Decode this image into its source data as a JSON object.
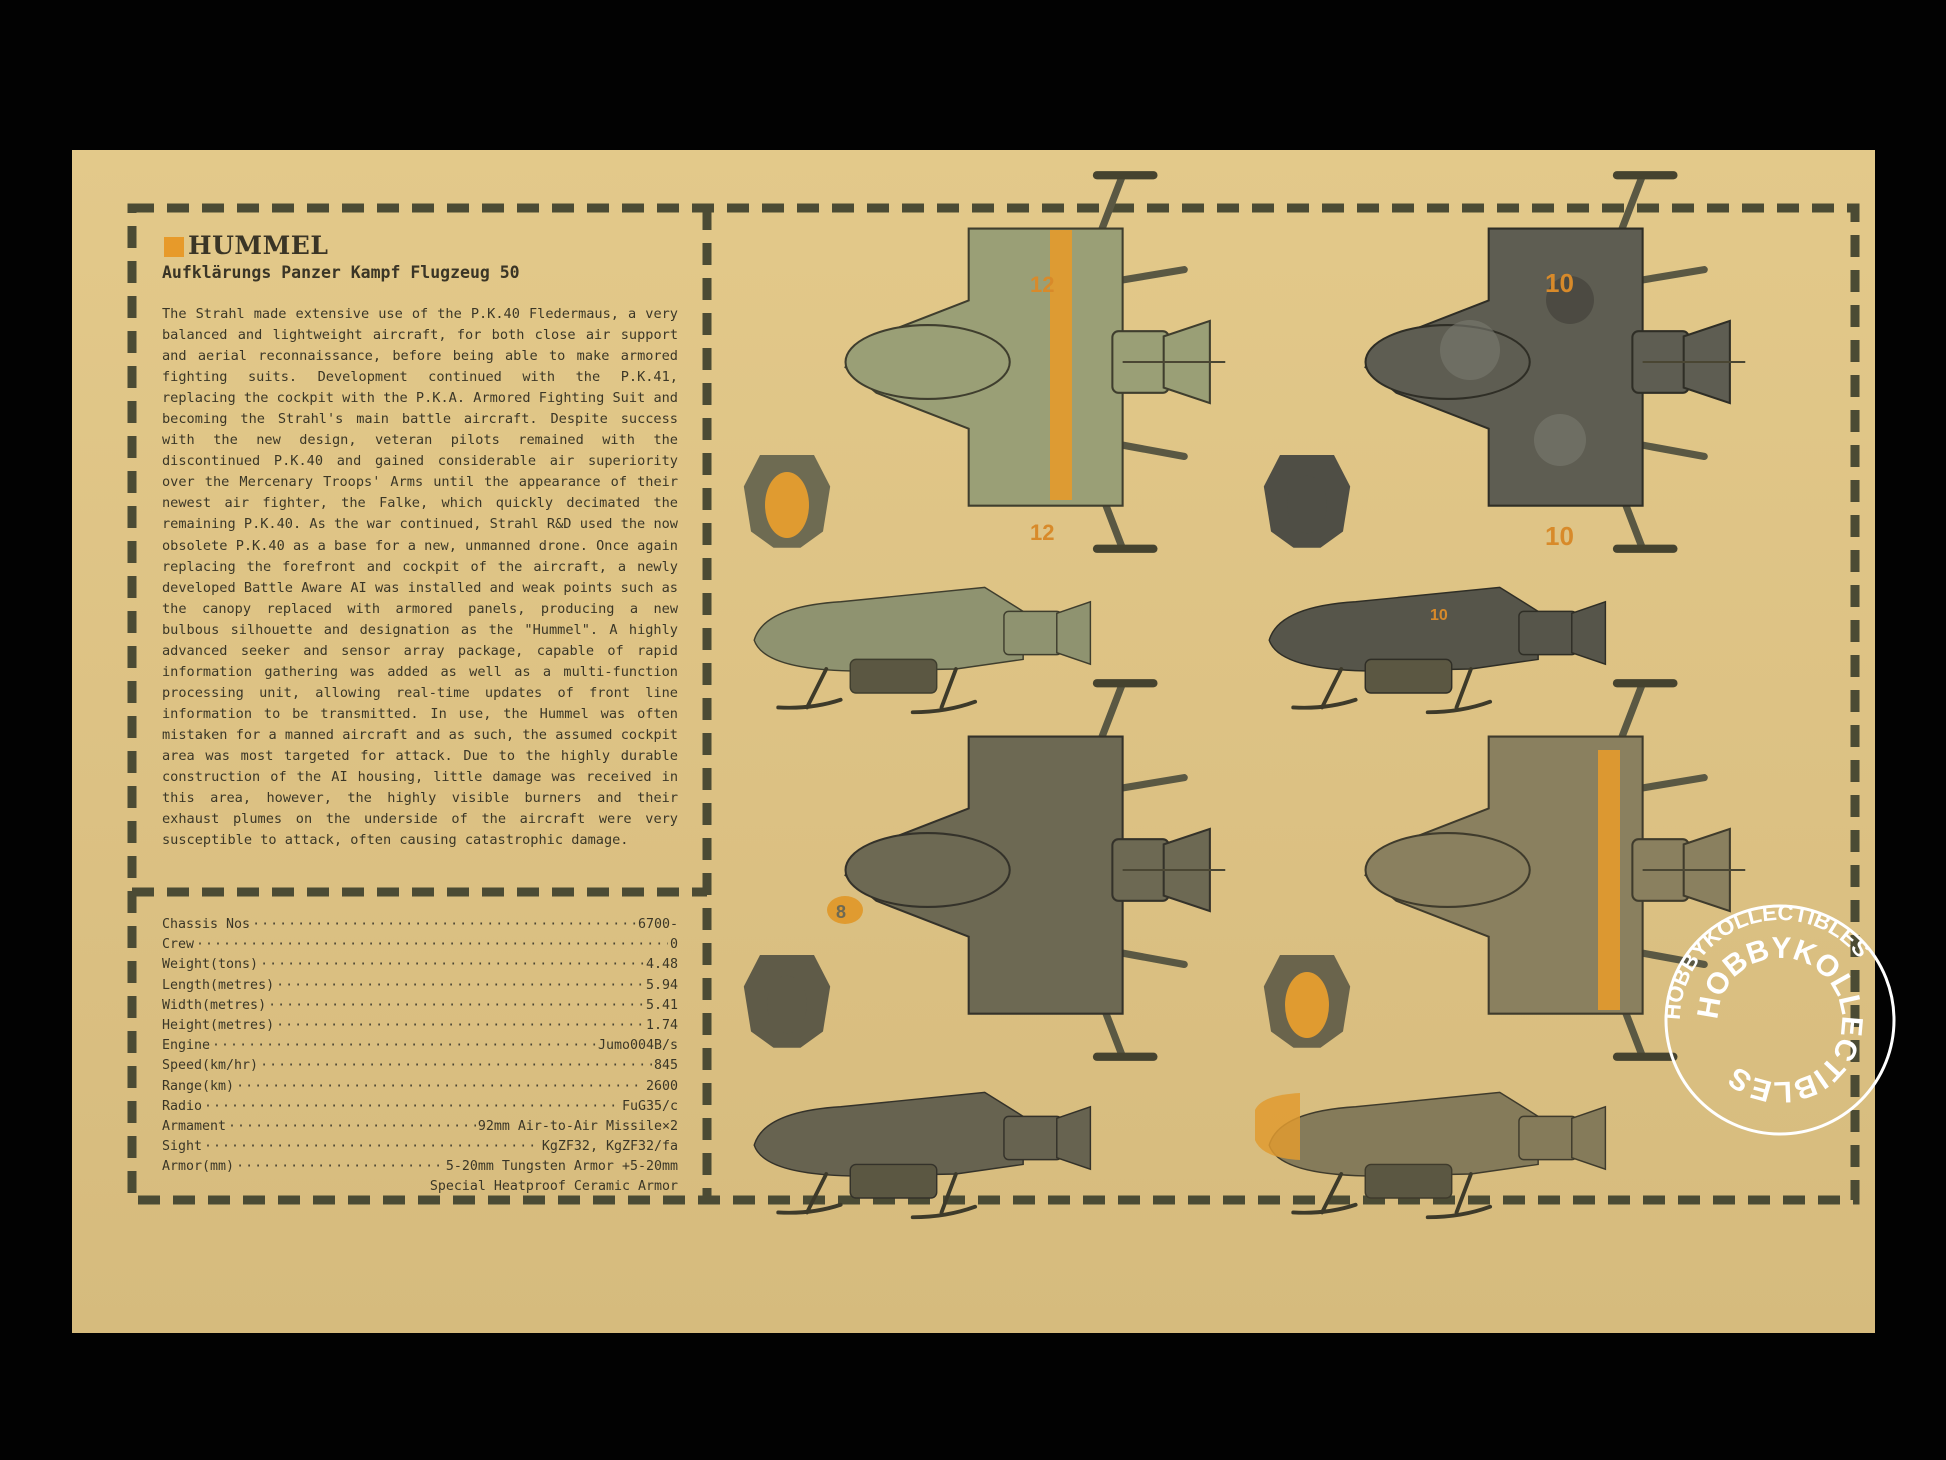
{
  "title": "HUMMEL",
  "subtitle": "Aufklärungs Panzer Kampf Flugzeug 50",
  "description": "The Strahl made extensive use of the P.K.40 Fledermaus, a very balanced and lightweight aircraft, for both close air support and aerial reconnaissance, before being able to make armored fighting suits. Development continued with the P.K.41, replacing the cockpit with the P.K.A. Armored Fighting Suit and becoming the Strahl's main battle aircraft. Despite success with the new design, veteran pilots remained with the discontinued P.K.40 and gained considerable air superiority over the Mercenary Troops' Arms until the appearance of their newest air fighter, the Falke, which quickly decimated the remaining P.K.40. As the war continued, Strahl R&D used the now obsolete P.K.40 as a base for a new, unmanned drone. Once again replacing the forefront and cockpit of the aircraft, a newly developed Battle Aware AI was installed and weak points such as the canopy replaced with armored panels, producing a new bulbous silhouette and designation as the \"Hummel\". A highly advanced seeker and sensor array package, capable of rapid information gathering was added as well as a multi-function processing unit, allowing real-time updates of front line information to be transmitted. In use, the Hummel was often mistaken for a manned aircraft and as such, the assumed cockpit area was most targeted for attack. Due to the highly durable construction of the AI housing, little damage was received in this area, however, the highly visible burners and their exhaust plumes on the underside of the aircraft were very susceptible to attack, often causing catastrophic damage.",
  "specs": [
    {
      "label": "Chassis Nos",
      "value": "6700-"
    },
    {
      "label": "Crew",
      "value": "0"
    },
    {
      "label": "Weight(tons)",
      "value": "4.48"
    },
    {
      "label": "Length(metres)",
      "value": "5.94"
    },
    {
      "label": "Width(metres)",
      "value": "5.41"
    },
    {
      "label": "Height(metres)",
      "value": "1.74"
    },
    {
      "label": "Engine",
      "value": "Jumo004B/s"
    },
    {
      "label": "Speed(km/hr)",
      "value": "845"
    },
    {
      "label": "Range(km)",
      "value": "2600"
    },
    {
      "label": "Radio",
      "value": "FuG35/c"
    },
    {
      "label": "Armament",
      "value": "92mm Air-to-Air Missile×2"
    },
    {
      "label": "Sight",
      "value": "KgZF32, KgZF32/fa"
    },
    {
      "label": "Armor(mm)",
      "value": "5-20mm Tungsten Armor +5-20mm"
    }
  ],
  "spec_extra": "Special Heatproof Ceramic Armor",
  "markings": {
    "tl": "12",
    "tr": "10",
    "bl": "8"
  },
  "watermark": "HOBBYKOLLECTIBLES",
  "colors": {
    "board": "#dcc183",
    "ink": "#3b3727",
    "accent": "#e79a2a",
    "frame": "#4a4a33"
  }
}
